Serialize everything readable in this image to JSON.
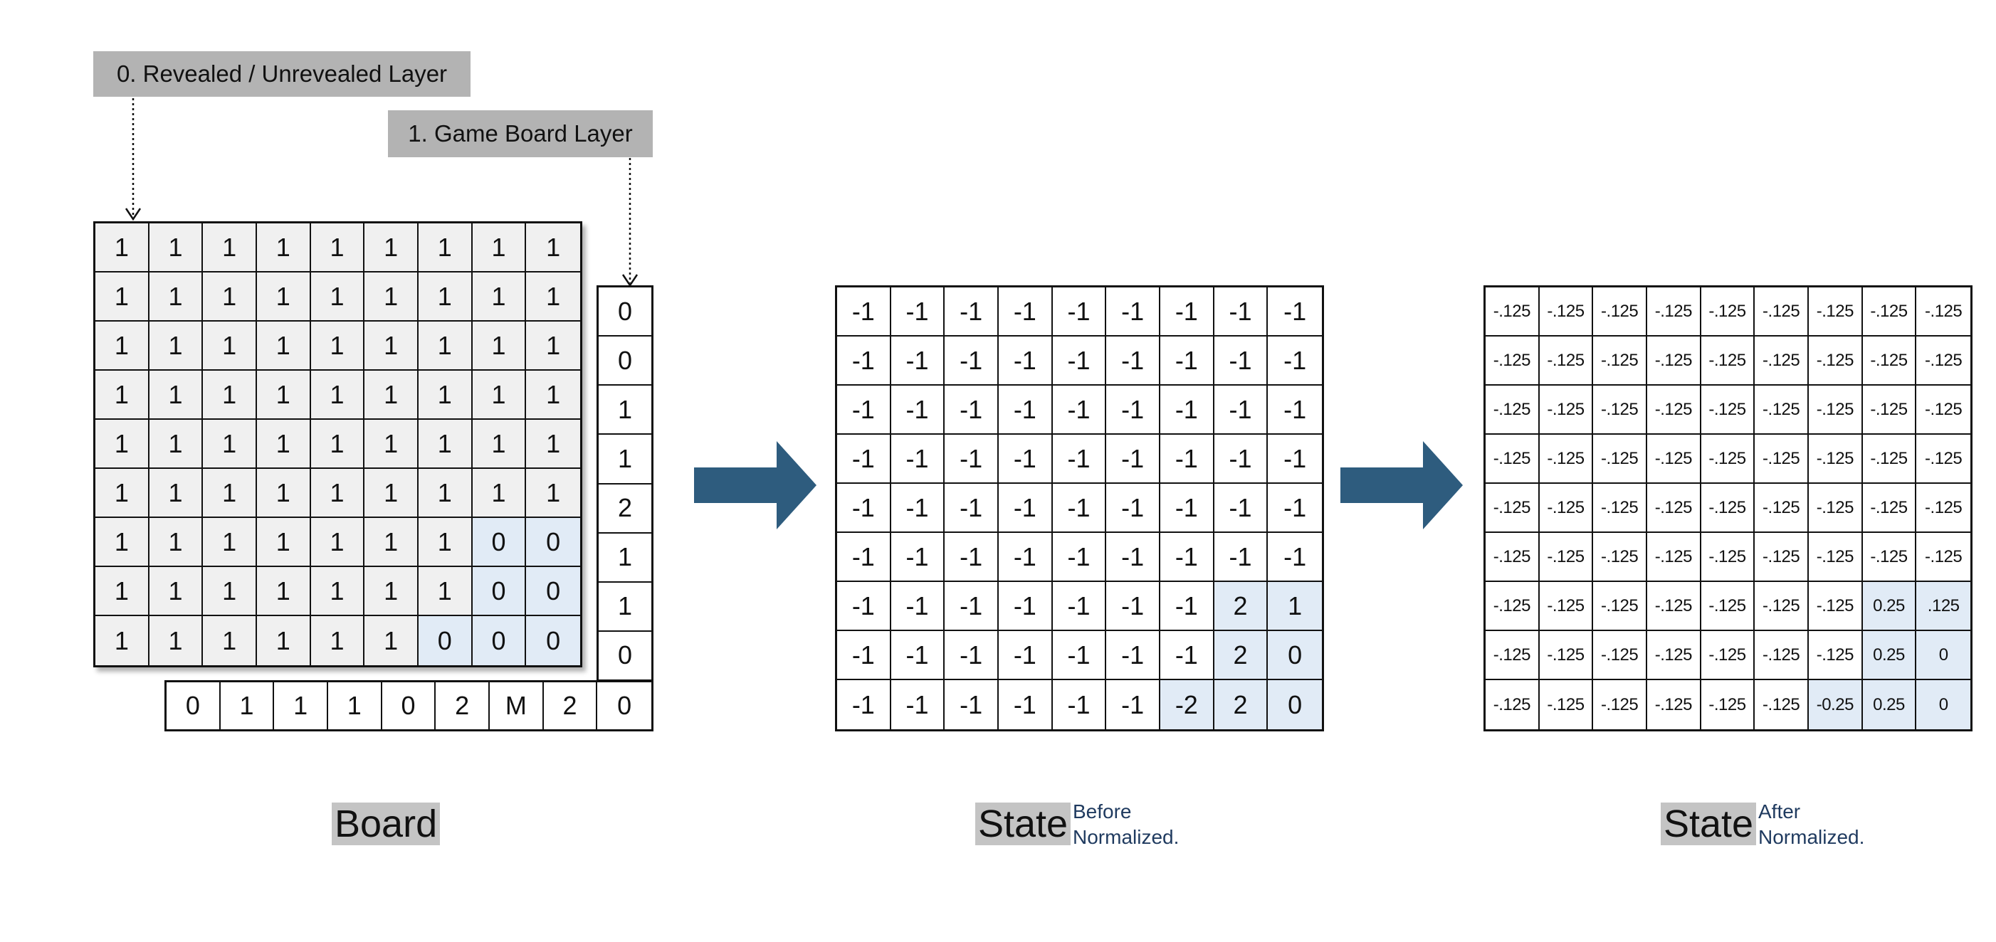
{
  "labels": {
    "layer0": "0. Revealed / Unrevealed Layer",
    "layer1": "1. Game Board Layer"
  },
  "board": {
    "title": "Board",
    "revealed_layer": [
      [
        "1",
        "1",
        "1",
        "1",
        "1",
        "1",
        "1",
        "1",
        "1"
      ],
      [
        "1",
        "1",
        "1",
        "1",
        "1",
        "1",
        "1",
        "1",
        "1"
      ],
      [
        "1",
        "1",
        "1",
        "1",
        "1",
        "1",
        "1",
        "1",
        "1"
      ],
      [
        "1",
        "1",
        "1",
        "1",
        "1",
        "1",
        "1",
        "1",
        "1"
      ],
      [
        "1",
        "1",
        "1",
        "1",
        "1",
        "1",
        "1",
        "1",
        "1"
      ],
      [
        "1",
        "1",
        "1",
        "1",
        "1",
        "1",
        "1",
        "1",
        "1"
      ],
      [
        "1",
        "1",
        "1",
        "1",
        "1",
        "1",
        "1",
        "0",
        "0"
      ],
      [
        "1",
        "1",
        "1",
        "1",
        "1",
        "1",
        "1",
        "0",
        "0"
      ],
      [
        "1",
        "1",
        "1",
        "1",
        "1",
        "1",
        "0",
        "0",
        "0"
      ]
    ],
    "game_layer_right_column": [
      "0",
      "0",
      "1",
      "1",
      "2",
      "1",
      "1",
      "0"
    ],
    "game_layer_bottom_row": [
      "0",
      "1",
      "1",
      "1",
      "0",
      "2",
      "M",
      "2",
      "0"
    ]
  },
  "state_before": {
    "title": "State",
    "caption_line1": "Before",
    "caption_line2": "Normalized.",
    "grid": [
      [
        "-1",
        "-1",
        "-1",
        "-1",
        "-1",
        "-1",
        "-1",
        "-1",
        "-1"
      ],
      [
        "-1",
        "-1",
        "-1",
        "-1",
        "-1",
        "-1",
        "-1",
        "-1",
        "-1"
      ],
      [
        "-1",
        "-1",
        "-1",
        "-1",
        "-1",
        "-1",
        "-1",
        "-1",
        "-1"
      ],
      [
        "-1",
        "-1",
        "-1",
        "-1",
        "-1",
        "-1",
        "-1",
        "-1",
        "-1"
      ],
      [
        "-1",
        "-1",
        "-1",
        "-1",
        "-1",
        "-1",
        "-1",
        "-1",
        "-1"
      ],
      [
        "-1",
        "-1",
        "-1",
        "-1",
        "-1",
        "-1",
        "-1",
        "-1",
        "-1"
      ],
      [
        "-1",
        "-1",
        "-1",
        "-1",
        "-1",
        "-1",
        "-1",
        "2",
        "1"
      ],
      [
        "-1",
        "-1",
        "-1",
        "-1",
        "-1",
        "-1",
        "-1",
        "2",
        "0"
      ],
      [
        "-1",
        "-1",
        "-1",
        "-1",
        "-1",
        "-1",
        "-2",
        "2",
        "0"
      ]
    ]
  },
  "state_after": {
    "title": "State",
    "caption_line1": "After",
    "caption_line2": "Normalized.",
    "grid": [
      [
        "-.125",
        "-.125",
        "-.125",
        "-.125",
        "-.125",
        "-.125",
        "-.125",
        "-.125",
        "-.125"
      ],
      [
        "-.125",
        "-.125",
        "-.125",
        "-.125",
        "-.125",
        "-.125",
        "-.125",
        "-.125",
        "-.125"
      ],
      [
        "-.125",
        "-.125",
        "-.125",
        "-.125",
        "-.125",
        "-.125",
        "-.125",
        "-.125",
        "-.125"
      ],
      [
        "-.125",
        "-.125",
        "-.125",
        "-.125",
        "-.125",
        "-.125",
        "-.125",
        "-.125",
        "-.125"
      ],
      [
        "-.125",
        "-.125",
        "-.125",
        "-.125",
        "-.125",
        "-.125",
        "-.125",
        "-.125",
        "-.125"
      ],
      [
        "-.125",
        "-.125",
        "-.125",
        "-.125",
        "-.125",
        "-.125",
        "-.125",
        "-.125",
        "-.125"
      ],
      [
        "-.125",
        "-.125",
        "-.125",
        "-.125",
        "-.125",
        "-.125",
        "-.125",
        "0.25",
        ".125"
      ],
      [
        "-.125",
        "-.125",
        "-.125",
        "-.125",
        "-.125",
        "-.125",
        "-.125",
        "0.25",
        "0"
      ],
      [
        "-.125",
        "-.125",
        "-.125",
        "-.125",
        "-.125",
        "-.125",
        "-0.25",
        "0.25",
        "0"
      ]
    ]
  },
  "highlighted_cells": [
    [
      6,
      7
    ],
    [
      6,
      8
    ],
    [
      7,
      7
    ],
    [
      7,
      8
    ],
    [
      8,
      6
    ],
    [
      8,
      7
    ],
    [
      8,
      8
    ]
  ],
  "colors": {
    "arrow": "#2e5c7e",
    "highlight": "#e1ebf6",
    "revealed_bg": "#f0f0f0",
    "tag_bg": "#b3b3b3",
    "caption": "#1f3a5f"
  }
}
